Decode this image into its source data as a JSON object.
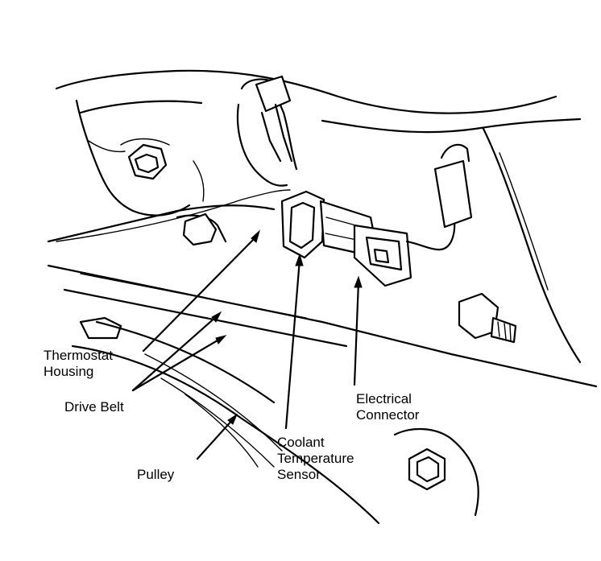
{
  "labels": {
    "thermostat_housing_line1": "Thermostat",
    "thermostat_housing_line2": "Housing",
    "drive_belt": "Drive Belt",
    "electrical_connector_line1": "Electrical",
    "electrical_connector_line2": "Connector",
    "coolant_sensor_line1": "Coolant",
    "coolant_sensor_line2": "Temperature",
    "coolant_sensor_line3": "Sensor",
    "pulley": "Pulley"
  }
}
